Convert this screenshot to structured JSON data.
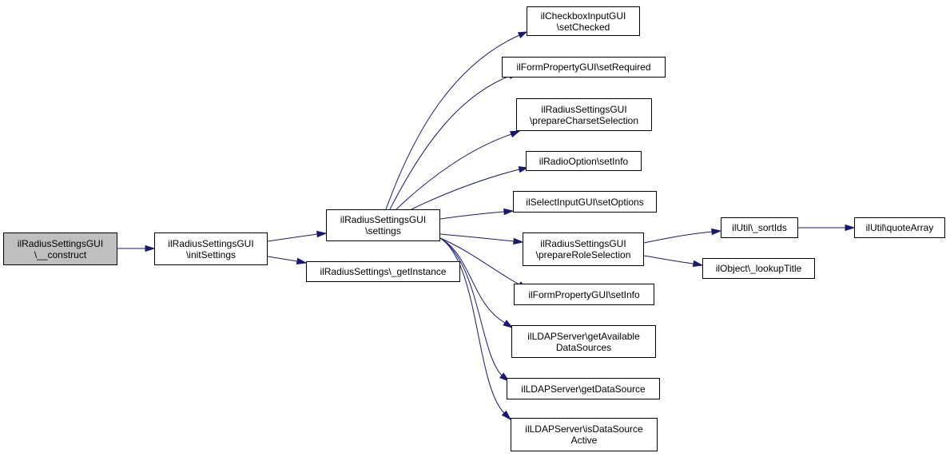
{
  "colors": {
    "edge": "#191970",
    "node_border": "#000000",
    "node_fill": "#ffffff",
    "root_fill": "#bfbfbf"
  },
  "nodes": {
    "construct": {
      "lines": [
        "ilRadiusSettingsGUI",
        "\\__construct"
      ]
    },
    "initsettings": {
      "lines": [
        "ilRadiusSettingsGUI",
        "\\initSettings"
      ]
    },
    "settings": {
      "lines": [
        "ilRadiusSettingsGUI",
        "\\settings"
      ]
    },
    "getinstance": {
      "lines": [
        "ilRadiusSettings\\_getInstance"
      ]
    },
    "setchecked": {
      "lines": [
        "ilCheckboxInputGUI",
        "\\setChecked"
      ]
    },
    "setrequired": {
      "lines": [
        "ilFormPropertyGUI\\setRequired"
      ]
    },
    "preparecharset": {
      "lines": [
        "ilRadiusSettingsGUI",
        "\\prepareCharsetSelection"
      ]
    },
    "setinfo_radio": {
      "lines": [
        "ilRadioOption\\setInfo"
      ]
    },
    "setoptions": {
      "lines": [
        "ilSelectInputGUI\\setOptions"
      ]
    },
    "preparerole": {
      "lines": [
        "ilRadiusSettingsGUI",
        "\\prepareRoleSelection"
      ]
    },
    "sortids": {
      "lines": [
        "ilUtil\\_sortIds"
      ]
    },
    "quotearray": {
      "lines": [
        "ilUtil\\quoteArray"
      ]
    },
    "lookuptitle": {
      "lines": [
        "ilObject\\_lookupTitle"
      ]
    },
    "setinfo_form": {
      "lines": [
        "ilFormPropertyGUI\\setInfo"
      ]
    },
    "getavailable": {
      "lines": [
        "ilLDAPServer\\getAvailable",
        "DataSources"
      ]
    },
    "getdatasource": {
      "lines": [
        "ilLDAPServer\\getDataSource"
      ]
    },
    "isdatasource": {
      "lines": [
        "ilLDAPServer\\isDataSource",
        "Active"
      ]
    }
  },
  "edges": [
    [
      "construct",
      "initsettings"
    ],
    [
      "initsettings",
      "settings"
    ],
    [
      "initsettings",
      "getinstance"
    ],
    [
      "settings",
      "setchecked"
    ],
    [
      "settings",
      "setrequired"
    ],
    [
      "settings",
      "preparecharset"
    ],
    [
      "settings",
      "setinfo_radio"
    ],
    [
      "settings",
      "setoptions"
    ],
    [
      "settings",
      "preparerole"
    ],
    [
      "settings",
      "setinfo_form"
    ],
    [
      "settings",
      "getavailable"
    ],
    [
      "settings",
      "getdatasource"
    ],
    [
      "settings",
      "isdatasource"
    ],
    [
      "preparerole",
      "sortids"
    ],
    [
      "preparerole",
      "lookuptitle"
    ],
    [
      "sortids",
      "quotearray"
    ]
  ]
}
